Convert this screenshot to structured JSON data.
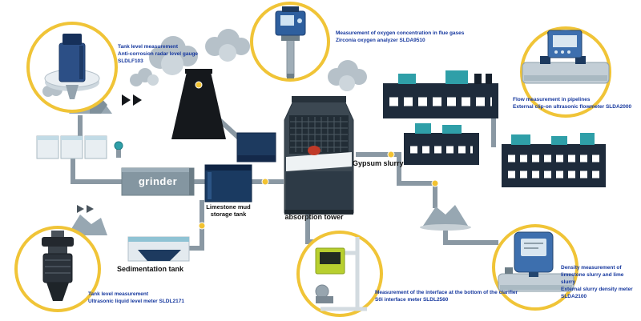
{
  "diagram": {
    "callouts": [
      {
        "id": "radar-level",
        "line1": "Tank level measurement",
        "line2": "Anti-corrosion radar level gauge SLDLF103"
      },
      {
        "id": "oxygen-analyzer",
        "line1": "Measurement of oxygen concentration in flue gases",
        "line2": "Zirconia oxygen analyzer SLDA9510"
      },
      {
        "id": "pipe-flowmeter",
        "line1": "Flow measurement in pipelines",
        "line2": "External clip-on ultrasonic flowmeter SLDA2000"
      },
      {
        "id": "ultrasonic-level",
        "line1": "Tank level measurement",
        "line2": "Ultrasonic liquid level meter SLDL2171"
      },
      {
        "id": "interface-meter",
        "line1": "Measurement of the interface at the bottom of the clarifier",
        "line2": "S0i interface meter SLDL2560"
      },
      {
        "id": "density-meter",
        "line1": "Density measurement of limestone slurry and lime slurry",
        "line2": "External slurry density meter SLDA2100"
      }
    ],
    "equipment_labels": {
      "grinder": "grinder",
      "limestone_tank": "Limestone mud storage tank",
      "absorption_tower": "absorption tower",
      "gypsum_slurry": "Gypsum slurry",
      "sedimentation_tank": "Sedimentation tank"
    },
    "colors": {
      "callout_ring": "#f0c437",
      "label_blue": "#16389e",
      "pipe_gray": "#8a98a3",
      "equipment_navy": "#1e2b3b",
      "roof_teal": "#2f9fa8",
      "junction_yellow": "#f2c231"
    }
  }
}
